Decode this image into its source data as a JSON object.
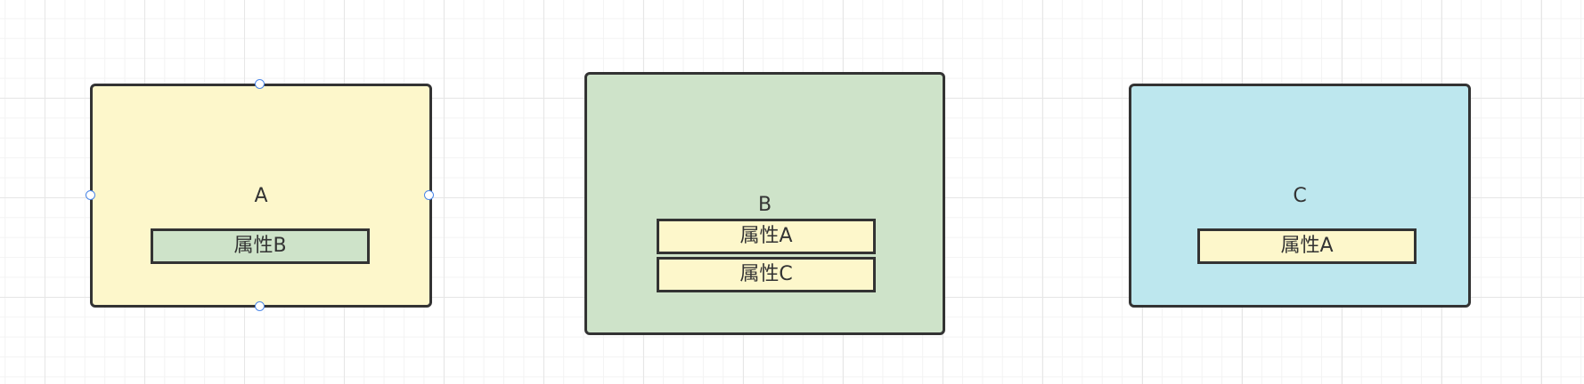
{
  "colors": {
    "entity_a_fill": "#fdf7cb",
    "entity_b_fill": "#cee3c9",
    "entity_c_fill": "#bde7ee",
    "attr_yellow": "#fdf7cb",
    "attr_green": "#cee3c9",
    "border": "#333333",
    "selection_handle": "#4a86e8"
  },
  "entities": [
    {
      "name": "A",
      "attributes": [
        "属性B"
      ],
      "selected": true
    },
    {
      "name": "B",
      "attributes": [
        "属性A",
        "属性C"
      ],
      "selected": false
    },
    {
      "name": "C",
      "attributes": [
        "属性A"
      ],
      "selected": false
    }
  ]
}
